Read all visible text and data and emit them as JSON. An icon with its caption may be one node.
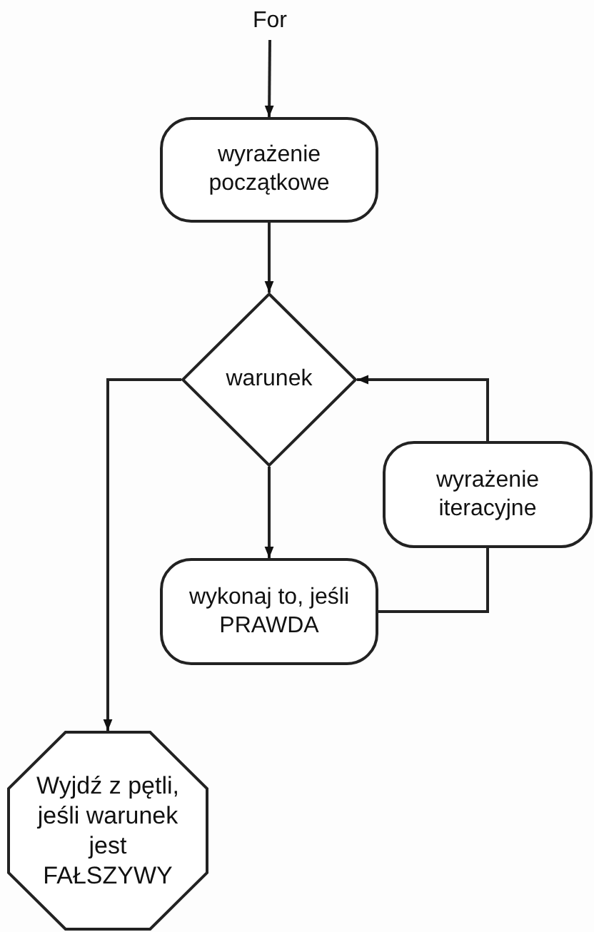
{
  "diagram": {
    "nodes": [
      {
        "text": [
          "For"
        ]
      },
      {
        "text": [
          "wyrażenie początkowe"
        ]
      },
      {
        "text": [
          "warunek"
        ]
      },
      {
        "text": [
          "wyrażenie iteracyjne"
        ]
      },
      {
        "text": [
          "wykonaj to, jeśli PRAWDA"
        ]
      },
      {
        "text": [
          "Wyjdź z pętli, jeśli warunek jest FAŁSZYWY"
        ]
      }
    ],
    "edges": [
      {
        "from": 0,
        "to": 1,
        "arrow": "to"
      },
      {
        "from": 1,
        "to": 2,
        "arrow": "to"
      },
      {
        "from": 2,
        "to": 4,
        "arrow": "to"
      },
      {
        "from": 4,
        "to": 3,
        "arrow": "none"
      },
      {
        "from": 3,
        "to": 2,
        "arrow": "to"
      },
      {
        "from": 2,
        "to": 5,
        "arrow": "to"
      }
    ]
  }
}
